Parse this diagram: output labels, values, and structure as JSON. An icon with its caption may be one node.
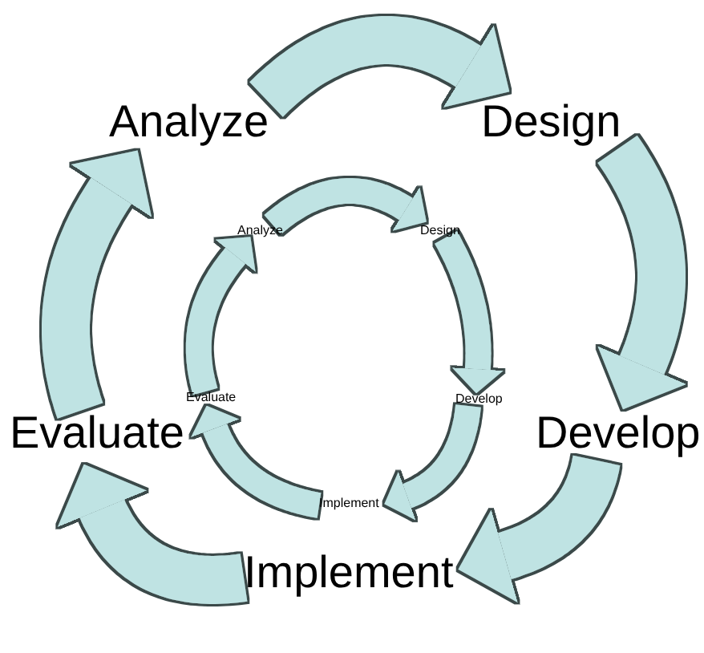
{
  "diagram": {
    "nodes": [
      {
        "text": [
          "Analyze"
        ]
      },
      {
        "text": [
          "Design"
        ]
      },
      {
        "text": [
          "Develop"
        ]
      },
      {
        "text": [
          "Implement"
        ]
      },
      {
        "text": [
          "Evaluate"
        ]
      },
      {
        "text": [
          "Analyze"
        ]
      },
      {
        "text": [
          "Design"
        ]
      },
      {
        "text": [
          "Develop"
        ]
      },
      {
        "text": [
          "Implement"
        ]
      },
      {
        "text": [
          "Evaluate"
        ]
      }
    ],
    "edges": [
      {
        "from": 0,
        "to": 1,
        "arrow": "to",
        "style": "thick"
      },
      {
        "from": 1,
        "to": 2,
        "arrow": "to",
        "style": "thick"
      },
      {
        "from": 2,
        "to": 3,
        "arrow": "to",
        "style": "thick"
      },
      {
        "from": 3,
        "to": 4,
        "arrow": "to",
        "style": "thick"
      },
      {
        "from": 4,
        "to": 0,
        "arrow": "to",
        "style": "thick"
      },
      {
        "from": 5,
        "to": 6,
        "arrow": "to"
      },
      {
        "from": 6,
        "to": 7,
        "arrow": "to"
      },
      {
        "from": 7,
        "to": 8,
        "arrow": "to"
      },
      {
        "from": 8,
        "to": 9,
        "arrow": "to"
      },
      {
        "from": 9,
        "to": 5,
        "arrow": "to"
      }
    ]
  }
}
